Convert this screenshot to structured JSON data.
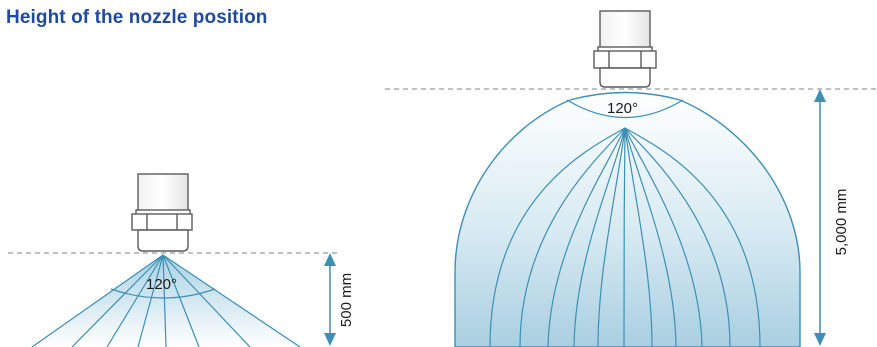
{
  "title": "Height of the nozzle position",
  "nozzles": [
    {
      "angle_label": "120°",
      "height_label": "500 mm"
    },
    {
      "angle_label": "120°",
      "height_label": "5,000 mm"
    }
  ],
  "colors": {
    "title": "#1f4aa0",
    "spray_line": "#3d8fb4",
    "spray_fill": "#cfe6f0",
    "dimension_arrow": "#3d8fb4",
    "dashed_line": "#9a9a9a",
    "nozzle_stroke": "#5a5a5a"
  }
}
